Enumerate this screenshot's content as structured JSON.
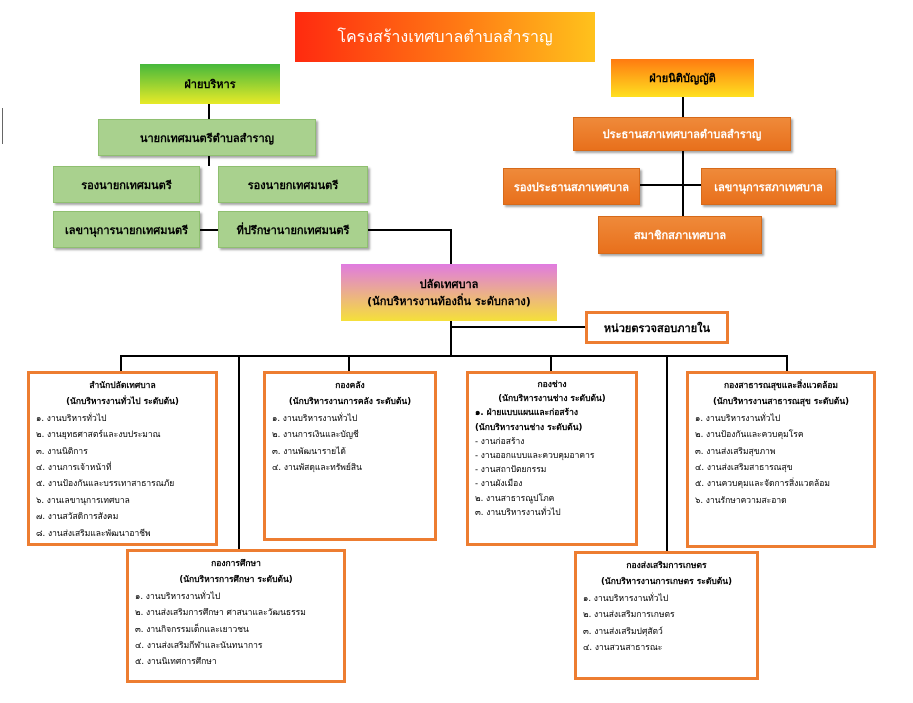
{
  "title": "โครงสร้างเทศบาลตำบลสำราญ",
  "executive": {
    "header": "ฝ่ายบริหาร",
    "mayor": "นายกเทศมนตรีตำบลสำราญ",
    "deputy1": "รองนายกเทศมนตรี",
    "deputy2": "รองนายกเทศมนตรี",
    "secretary": "เลขานุการนายกเทศมนตรี",
    "advisor": "ที่ปรึกษานายกเทศมนตรี"
  },
  "legislative": {
    "header": "ฝ่ายนิติบัญญัติ",
    "president": "ประธานสภาเทศบาลตำบลสำราญ",
    "vice": "รองประธานสภาเทศบาล",
    "secretary": "เลขานุการสภาเทศบาล",
    "members": "สมาชิกสภาเทศบาล"
  },
  "clerk": {
    "line1": "ปลัดเทศบาล",
    "line2": "(นักบริหารงานท้องถิ่น ระดับกลาง)"
  },
  "audit": "หน่วยตรวจสอบภายใน",
  "departments": {
    "office": {
      "title": "สำนักปลัดเทศบาล",
      "subtitle": "(นักบริหารงานทั่วไป ระดับต้น)",
      "items": [
        "๑. งานบริหารทั่วไป",
        "๒. งานยุทธศาสตร์และงบประมาณ",
        "๓. งานนิติการ",
        "๔. งานการเจ้าหน้าที่",
        "๕. งานป้องกันและบรรเทาสาธารณภัย",
        "๖. งานเลขานุการเทศบาล",
        "๗. งานสวัสดิการสังคม",
        "๘. งานส่งเสริมและพัฒนาอาชีพ"
      ]
    },
    "finance": {
      "title": "กองคลัง",
      "subtitle": "(นักบริหารงานการคลัง ระดับต้น)",
      "items": [
        "๑. งานบริหารงานทั่วไป",
        "๒. งานการเงินและบัญชี",
        "๓. งานพัฒนารายได้",
        "๔. งานพัสดุและทรัพย์สิน"
      ]
    },
    "engineering": {
      "title": "กองช่าง",
      "subtitle": "(นักบริหารงานช่าง ระดับต้น)",
      "section": "๑. ฝ่ายแบบแผนและก่อสร้าง",
      "section_sub": "(นักบริหารงานช่าง ระดับต้น)",
      "items": [
        "- งานก่อสร้าง",
        "- งานออกแบบและควบคุมอาคาร",
        "- งานสถาปัตยกรรม",
        "- งานผังเมือง",
        "๒. งานสาธารณูปโภค",
        "๓. งานบริหารงานทั่วไป"
      ]
    },
    "health": {
      "title": "กองสาธารณสุขและสิ่งแวดล้อม",
      "subtitle": "(นักบริหารงานสาธารณสุข ระดับต้น)",
      "items": [
        "๑. งานบริหารงานทั่วไป",
        "๒. งานป้องกันและควบคุมโรค",
        "๓. งานส่งเสริมสุขภาพ",
        "๔. งานส่งเสริมสาธารณสุข",
        "๕. งานควบคุมและจัดการสิ่งแวดล้อม",
        "๖. งานรักษาความสะอาด"
      ]
    },
    "education": {
      "title": "กองการศึกษา",
      "subtitle": "(นักบริหารการศึกษา ระดับต้น)",
      "items": [
        "๑. งานบริหารงานทั่วไป",
        "๒. งานส่งเสริมการศึกษา ศาสนาและวัฒนธรรม",
        "๓. งานกิจกรรมเด็กและเยาวชน",
        "๔. งานส่งเสริมกีฬาและนันทนาการ",
        "๕. งานนิเทศการศึกษา"
      ]
    },
    "agriculture": {
      "title": "กองส่งเสริมการเกษตร",
      "subtitle": "(นักบริหารงานการเกษตร ระดับต้น)",
      "items": [
        "๑. งานบริหารงานทั่วไป",
        "๒. งานส่งเสริมการเกษตร",
        "๓. งานส่งเสริมปศุสัตว์",
        "๔. งานสวนสาธารณะ"
      ]
    }
  }
}
